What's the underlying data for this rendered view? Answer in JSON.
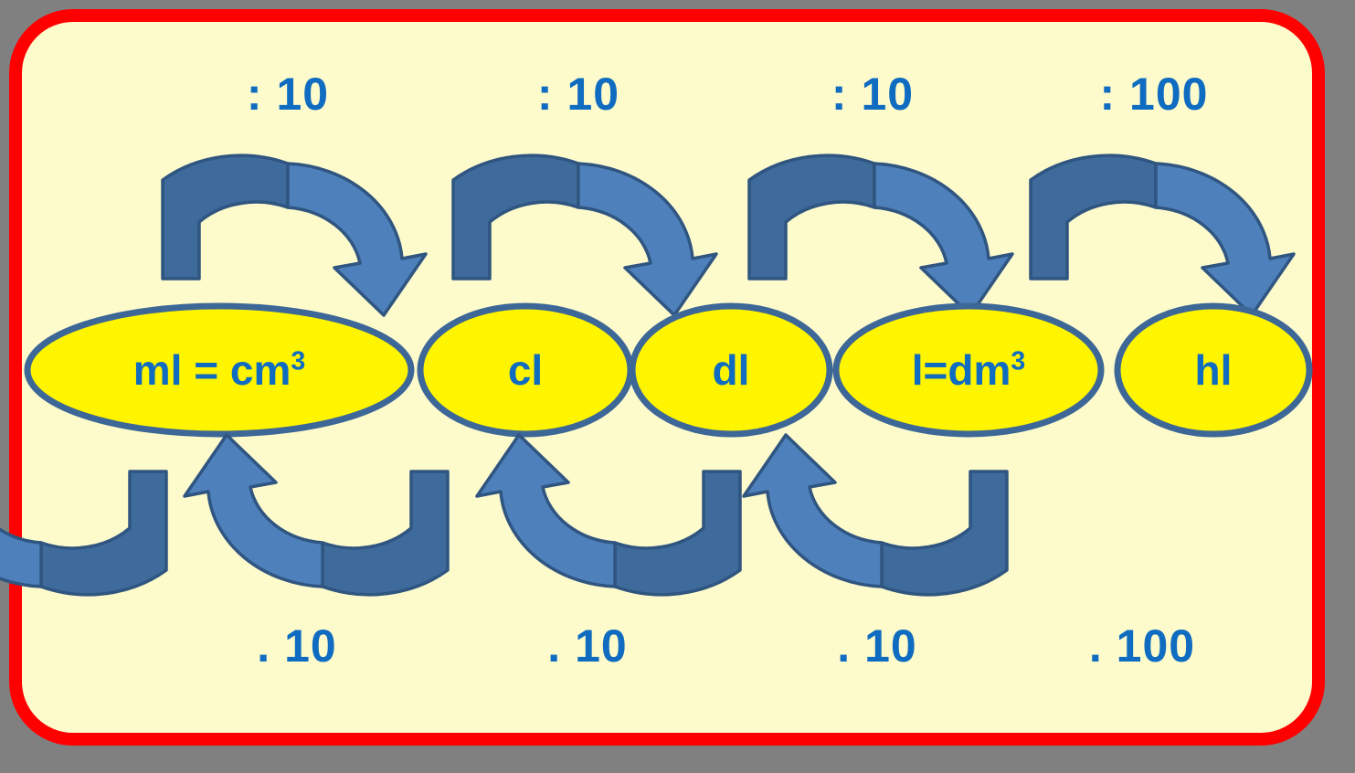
{
  "figure": {
    "title": "Metric volume unit conversion ladder",
    "colors": {
      "page_background": "#808080",
      "frame_border": "#FF0000",
      "card_background": "#FDFBCC",
      "ellipse_fill": "#FFF500",
      "ellipse_stroke": "#3D6796",
      "arrow_dark": "#3E6B9B",
      "arrow_light": "#4E80BC",
      "arrow_stroke": "#2F5580",
      "text_blue": "#0F6CC0"
    }
  },
  "units": [
    {
      "id": "ml",
      "label": "ml = cm",
      "exponent": "3",
      "shape": "wide-ellipse"
    },
    {
      "id": "cl",
      "label": "cl",
      "exponent": "",
      "shape": "ellipse"
    },
    {
      "id": "dl",
      "label": "dl",
      "exponent": "",
      "shape": "ellipse"
    },
    {
      "id": "l",
      "label": "l=dm",
      "exponent": "3",
      "shape": "wide-ellipse"
    },
    {
      "id": "hl",
      "label": "hl",
      "exponent": "",
      "shape": "ellipse"
    }
  ],
  "divide_steps": [
    {
      "label": ": 10",
      "from": "hl",
      "to": "l"
    },
    {
      "label": ": 10",
      "from": "l",
      "to": "dl"
    },
    {
      "label": ": 10",
      "from": "dl",
      "to": "cl"
    },
    {
      "label": ": 100",
      "from": "cl",
      "to": "ml"
    }
  ],
  "multiply_steps": [
    {
      "label": ". 10",
      "from": "ml",
      "to": "cl"
    },
    {
      "label": ". 10",
      "from": "cl",
      "to": "dl"
    },
    {
      "label": ". 10",
      "from": "dl",
      "to": "l"
    },
    {
      "label": ". 100",
      "from": "l",
      "to": "hl"
    }
  ],
  "top_labels": [
    ": 10",
    ": 10",
    ": 10",
    ": 100"
  ],
  "bottom_labels": [
    ". 10",
    ". 10",
    ". 10",
    ". 100"
  ]
}
